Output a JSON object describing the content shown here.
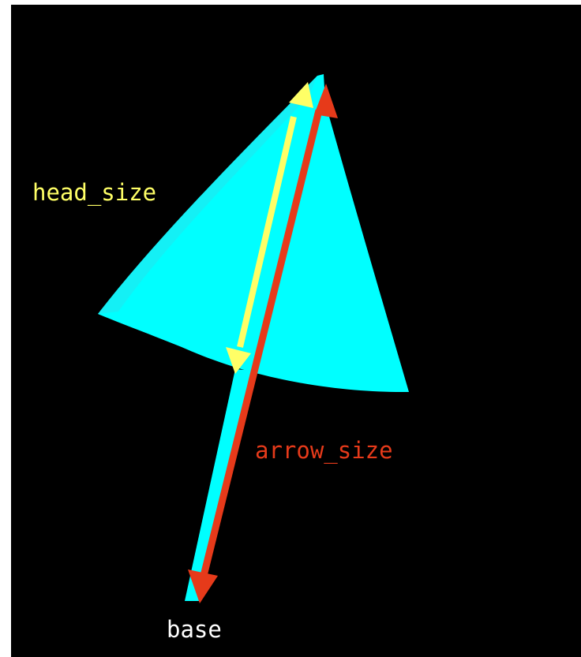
{
  "labels": {
    "head_size": "head_size",
    "arrow_size": "arrow_size",
    "base": "base"
  },
  "colors": {
    "frame_border": "#ffffff",
    "background": "#000000",
    "cone_fill": "#00ffff",
    "shaft_fill": "#00ffff",
    "head_size_color": "#ffff66",
    "arrow_size_color": "#e63a1a",
    "base_color": "#ffffff"
  },
  "shapes": {
    "cone": "cone-head",
    "shaft": "arrow-shaft"
  }
}
